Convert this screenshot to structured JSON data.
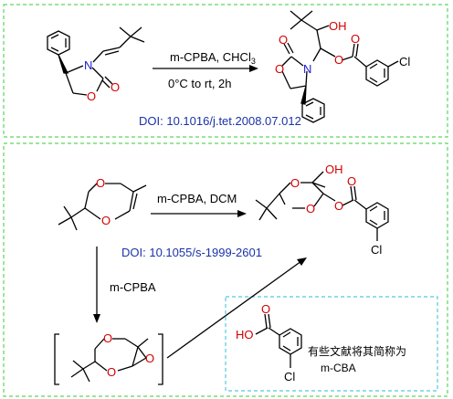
{
  "colors": {
    "panel_border": "#5cd65c",
    "inset_border": "#55c8e0",
    "doi_text": "#1a33a8",
    "bond": "#000000",
    "oxygen": "#d40000",
    "nitrogen": "#1a1ad4"
  },
  "panel_top": {
    "reagent_line1": "m-CPBA, CHCl",
    "reagent_line1_sub": "3",
    "reagent_line2": "0°C to rt, 2h",
    "doi": "DOI: 10.1016/j.tet.2008.07.012",
    "atoms": {
      "N_start": "N",
      "O_start_ring": "O",
      "O_start_co": "O",
      "OH": "OH",
      "N_prod": "N",
      "O_prod_co": "O",
      "O_prod_ring": "O",
      "O_ester": "O",
      "O_ester_co": "O",
      "Cl": "Cl"
    }
  },
  "panel_bottom": {
    "reagent_main": "m-CPBA, DCM",
    "doi": "DOI: 10.1055/s-1999-2601",
    "reagent_down": "m-CPBA",
    "atoms": {
      "O_sm_1": "O",
      "O_sm_2": "O",
      "OH": "OH",
      "O_p_1": "O",
      "O_p_2": "O",
      "O_p_ester": "O",
      "O_p_co": "O",
      "Cl": "Cl",
      "O_int_1": "O",
      "O_int_2": "O",
      "O_int_epox": "O"
    },
    "inset": {
      "note_line1": "有些文献将其简称为",
      "note_line2": "m-CBA",
      "atoms": {
        "HO": "HO",
        "O_co": "O",
        "Cl": "Cl"
      }
    }
  }
}
